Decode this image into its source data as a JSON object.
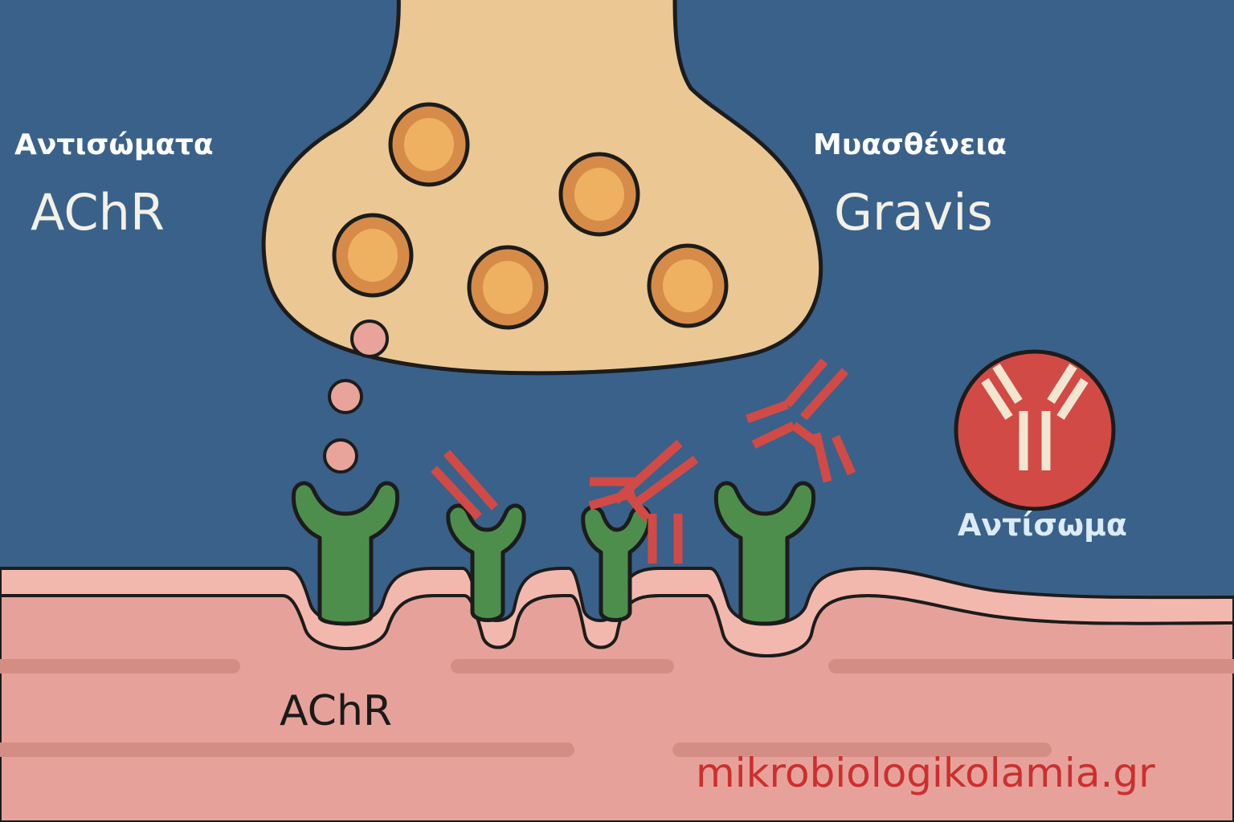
{
  "labels": {
    "left_top": "Αντισώματα",
    "left_main": "AChR",
    "right_top": "Μυασθένεια",
    "right_main": "Gravis",
    "antibody_caption": "Αντίσωμα",
    "muscle_receptor": "AChR"
  },
  "watermark": "mikrobiologikolamia.gr",
  "icons": {
    "antibody_badge": "antibody-y-icon",
    "receptor": "receptor-y-icon"
  },
  "colors": {
    "background": "#3a6189",
    "nerve_terminal": "#ebc893",
    "vesicle": "#e9b062",
    "neurotransmitter": "#e8a39a",
    "receptor": "#4e8e4d",
    "antibody": "#d24a45",
    "muscle": "#e6a29a",
    "watermark": "#cc2f2f"
  }
}
